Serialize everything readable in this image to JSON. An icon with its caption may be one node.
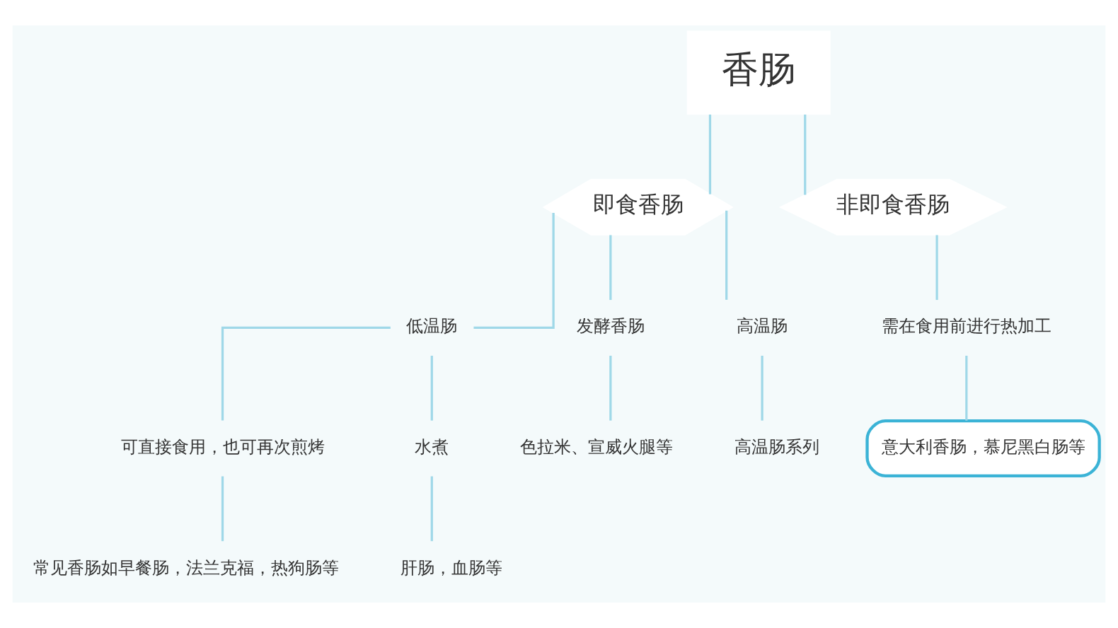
{
  "diagram": {
    "nodes": [
      {
        "text": [
          "香肠"
        ]
      },
      {
        "text": [
          "即食香肠"
        ]
      },
      {
        "text": [
          "非即食香肠"
        ]
      },
      {
        "text": [
          "低温肠"
        ]
      },
      {
        "text": [
          "发酵香肠"
        ]
      },
      {
        "text": [
          "高温肠"
        ]
      },
      {
        "text": [
          "需在食用前进行热加工"
        ]
      },
      {
        "text": [
          "可直接食用，也可再次煎烤"
        ]
      },
      {
        "text": [
          "水煮"
        ]
      },
      {
        "text": [
          "色拉米、宣威火腿等"
        ]
      },
      {
        "text": [
          "高温肠系列"
        ]
      },
      {
        "text": [
          "意大利香肠，慕尼黑白肠等"
        ]
      },
      {
        "text": [
          "常见香肠如早餐肠，法兰克福，热狗肠等"
        ]
      },
      {
        "text": [
          "肝肠，血肠等"
        ]
      }
    ],
    "edges": [
      {
        "from": 0,
        "to": 1,
        "arrow": "none"
      },
      {
        "from": 0,
        "to": 2,
        "arrow": "none"
      },
      {
        "from": 1,
        "to": 3,
        "arrow": "none"
      },
      {
        "from": 1,
        "to": 4,
        "arrow": "none"
      },
      {
        "from": 1,
        "to": 5,
        "arrow": "none"
      },
      {
        "from": 2,
        "to": 6,
        "arrow": "none"
      },
      {
        "from": 3,
        "to": 7,
        "arrow": "none"
      },
      {
        "from": 3,
        "to": 8,
        "arrow": "none"
      },
      {
        "from": 4,
        "to": 9,
        "arrow": "none"
      },
      {
        "from": 5,
        "to": 10,
        "arrow": "none"
      },
      {
        "from": 6,
        "to": 11,
        "arrow": "none"
      },
      {
        "from": 7,
        "to": 12,
        "arrow": "none"
      },
      {
        "from": 8,
        "to": 13,
        "arrow": "none"
      }
    ]
  }
}
